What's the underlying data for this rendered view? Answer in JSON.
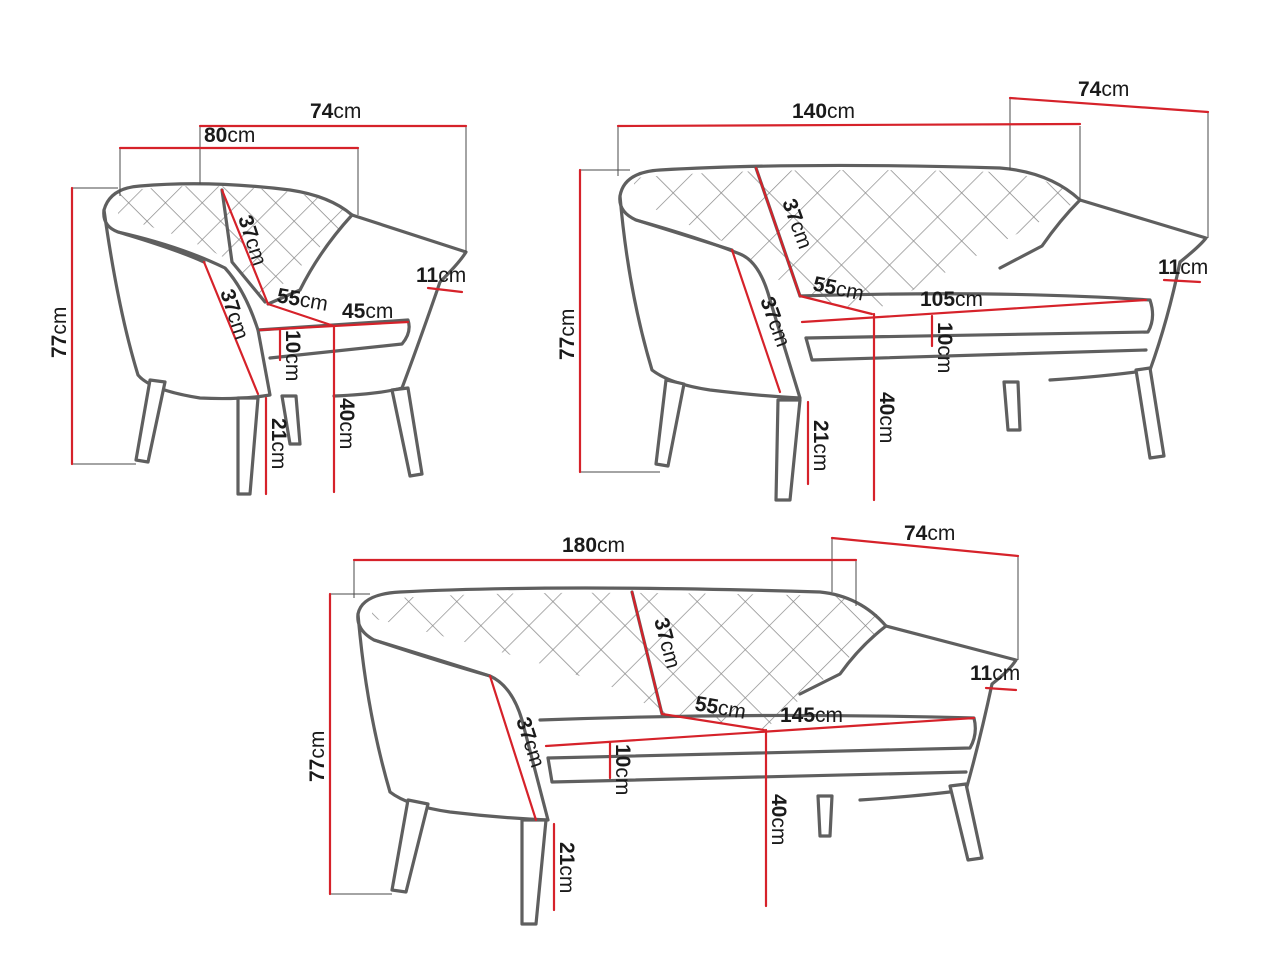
{
  "colors": {
    "outline": "#5f5f5f",
    "dimension_line": "#d6222a",
    "text": "#1a1a1a"
  },
  "unit": "cm",
  "armchair": {
    "depth": "74",
    "width": "80",
    "height": "77",
    "back_height": "37",
    "arm_front_height": "37",
    "seat_depth": "55",
    "seat_width": "45",
    "arm_width": "11",
    "cushion_thickness": "10",
    "seat_height": "40",
    "leg_height": "21"
  },
  "sofa2": {
    "width": "140",
    "depth": "74",
    "height": "77",
    "back_height": "37",
    "arm_front_height": "37",
    "seat_depth": "55",
    "seat_width": "105",
    "arm_width": "11",
    "cushion_thickness": "10",
    "seat_height": "40",
    "leg_height": "21"
  },
  "sofa3": {
    "width": "180",
    "depth": "74",
    "height": "77",
    "back_height": "37",
    "arm_front_height": "37",
    "seat_depth": "55",
    "seat_width": "145",
    "arm_width": "11",
    "cushion_thickness": "10",
    "seat_height": "40",
    "leg_height": "21"
  }
}
